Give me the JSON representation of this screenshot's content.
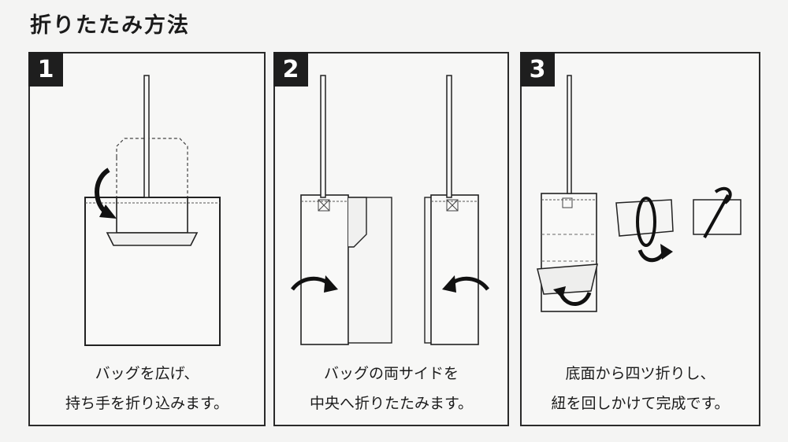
{
  "title": "折りたたみ方法",
  "steps": [
    {
      "number": "1",
      "line1": "バッグを広げ、",
      "line2": "持ち手を折り込みます。"
    },
    {
      "number": "2",
      "line1": "バッグの両サイドを",
      "line2": "中央へ折りたたみます。"
    },
    {
      "number": "3",
      "line1": "底面から四ツ折りし、",
      "line2": "紐を回しかけて完成です。"
    }
  ]
}
